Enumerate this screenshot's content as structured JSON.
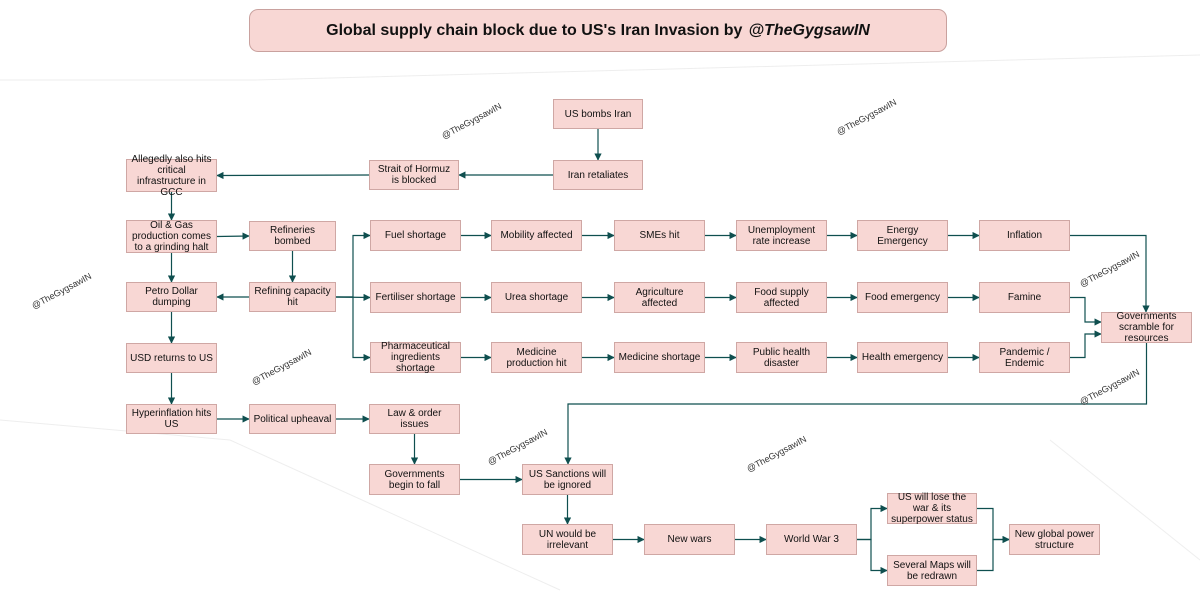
{
  "title": {
    "text": "Global supply chain block due to US's Iran Invasion by",
    "handle": "@TheGygsawIN"
  },
  "watermark": "@TheGygsawIN",
  "colors": {
    "node_fill": "#f8d7d4",
    "node_border": "#cfa7a4",
    "edge": "#0f4f4f"
  },
  "nodes": [
    {
      "id": "us-bombs-iran",
      "label": "US bombs Iran"
    },
    {
      "id": "iran-retaliates",
      "label": "Iran retaliates"
    },
    {
      "id": "strait-of-hormuz",
      "label": "Strait of Hormuz is blocked"
    },
    {
      "id": "gcc-infrastructure",
      "label": "Allegedly also hits critical infrastructure in GCC"
    },
    {
      "id": "oil-gas-production",
      "label": "Oil & Gas production comes to a grinding halt"
    },
    {
      "id": "refineries-bombed",
      "label": "Refineries bombed"
    },
    {
      "id": "refining-capacity-hit",
      "label": "Refining capacity hit"
    },
    {
      "id": "petro-dollar-dumping",
      "label": "Petro Dollar dumping"
    },
    {
      "id": "usd-returns",
      "label": "USD returns to US"
    },
    {
      "id": "hyperinflation",
      "label": "Hyperinflation hits US"
    },
    {
      "id": "political-upheaval",
      "label": "Political upheaval"
    },
    {
      "id": "law-order",
      "label": "Law & order issues"
    },
    {
      "id": "governments-fall",
      "label": "Governments begin to fall"
    },
    {
      "id": "us-sanctions-ignored",
      "label": "US Sanctions will be ignored"
    },
    {
      "id": "un-irrelevant",
      "label": "UN would be irrelevant"
    },
    {
      "id": "new-wars",
      "label": "New wars"
    },
    {
      "id": "world-war-3",
      "label": "World War 3"
    },
    {
      "id": "us-lose-war",
      "label": "US will lose the war & its superpower status"
    },
    {
      "id": "maps-redrawn",
      "label": "Several Maps will be redrawn"
    },
    {
      "id": "new-global-power",
      "label": "New global power structure"
    },
    {
      "id": "fuel-shortage",
      "label": "Fuel shortage"
    },
    {
      "id": "mobility-affected",
      "label": "Mobility affected"
    },
    {
      "id": "smes-hit",
      "label": "SMEs hit"
    },
    {
      "id": "unemployment",
      "label": "Unemployment rate increase"
    },
    {
      "id": "energy-emergency",
      "label": "Energy Emergency"
    },
    {
      "id": "inflation",
      "label": "Inflation"
    },
    {
      "id": "fertiliser-shortage",
      "label": "Fertiliser shortage"
    },
    {
      "id": "urea-shortage",
      "label": "Urea shortage"
    },
    {
      "id": "agriculture-affected",
      "label": "Agriculture affected"
    },
    {
      "id": "food-supply-affected",
      "label": "Food supply affected"
    },
    {
      "id": "food-emergency",
      "label": "Food emergency"
    },
    {
      "id": "famine",
      "label": "Famine"
    },
    {
      "id": "pharma-shortage",
      "label": "Pharmaceutical ingredients shortage"
    },
    {
      "id": "medicine-production",
      "label": "Medicine production hit"
    },
    {
      "id": "medicine-shortage",
      "label": "Medicine shortage"
    },
    {
      "id": "public-health",
      "label": "Public health disaster"
    },
    {
      "id": "health-emergency",
      "label": "Health emergency"
    },
    {
      "id": "pandemic",
      "label": "Pandemic / Endemic"
    },
    {
      "id": "governments-scramble",
      "label": "Governments scramble for resources"
    }
  ],
  "edges": [
    [
      "us-bombs-iran",
      "iran-retaliates"
    ],
    [
      "iran-retaliates",
      "strait-of-hormuz"
    ],
    [
      "strait-of-hormuz",
      "gcc-infrastructure"
    ],
    [
      "gcc-infrastructure",
      "oil-gas-production"
    ],
    [
      "oil-gas-production",
      "refineries-bombed"
    ],
    [
      "oil-gas-production",
      "petro-dollar-dumping"
    ],
    [
      "refineries-bombed",
      "refining-capacity-hit"
    ],
    [
      "refining-capacity-hit",
      "petro-dollar-dumping"
    ],
    [
      "refining-capacity-hit",
      "fuel-shortage"
    ],
    [
      "refining-capacity-hit",
      "fertiliser-shortage"
    ],
    [
      "refining-capacity-hit",
      "pharma-shortage"
    ],
    [
      "petro-dollar-dumping",
      "usd-returns"
    ],
    [
      "usd-returns",
      "hyperinflation"
    ],
    [
      "hyperinflation",
      "political-upheaval"
    ],
    [
      "political-upheaval",
      "law-order"
    ],
    [
      "law-order",
      "governments-fall"
    ],
    [
      "governments-fall",
      "us-sanctions-ignored"
    ],
    [
      "us-sanctions-ignored",
      "un-irrelevant"
    ],
    [
      "un-irrelevant",
      "new-wars"
    ],
    [
      "new-wars",
      "world-war-3"
    ],
    [
      "world-war-3",
      "us-lose-war"
    ],
    [
      "world-war-3",
      "maps-redrawn"
    ],
    [
      "us-lose-war",
      "new-global-power"
    ],
    [
      "maps-redrawn",
      "new-global-power"
    ],
    [
      "fuel-shortage",
      "mobility-affected"
    ],
    [
      "mobility-affected",
      "smes-hit"
    ],
    [
      "smes-hit",
      "unemployment"
    ],
    [
      "unemployment",
      "energy-emergency"
    ],
    [
      "energy-emergency",
      "inflation"
    ],
    [
      "fertiliser-shortage",
      "urea-shortage"
    ],
    [
      "urea-shortage",
      "agriculture-affected"
    ],
    [
      "agriculture-affected",
      "food-supply-affected"
    ],
    [
      "food-supply-affected",
      "food-emergency"
    ],
    [
      "food-emergency",
      "famine"
    ],
    [
      "pharma-shortage",
      "medicine-production"
    ],
    [
      "medicine-production",
      "medicine-shortage"
    ],
    [
      "medicine-shortage",
      "public-health"
    ],
    [
      "public-health",
      "health-emergency"
    ],
    [
      "health-emergency",
      "pandemic"
    ],
    [
      "inflation",
      "governments-scramble"
    ],
    [
      "famine",
      "governments-scramble"
    ],
    [
      "pandemic",
      "governments-scramble"
    ],
    [
      "governments-scramble",
      "us-sanctions-ignored"
    ]
  ]
}
